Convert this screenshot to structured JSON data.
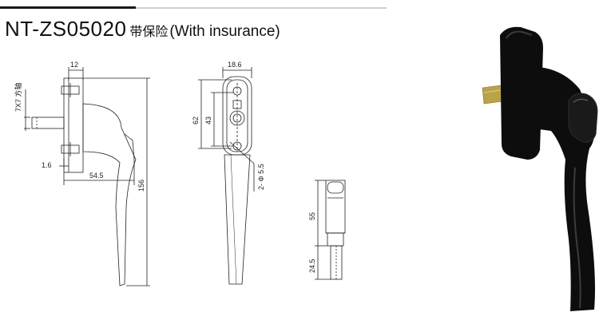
{
  "header": {
    "model_code": "NT-ZS05020",
    "chinese_label": "带保险",
    "english_label": "(With insurance)"
  },
  "side_view_dims": {
    "width_top": "12",
    "shaft": "7X7 方轴",
    "offset": "1.6",
    "reach": "54.5",
    "total_height": "156"
  },
  "front_view_dims": {
    "width": "18.6",
    "hole_span": "62",
    "inner_span": "43",
    "screw": "2- Φ 5.5"
  },
  "spindle_view_dims": {
    "lock_length": "55",
    "spindle_length": "24.5"
  },
  "colors": {
    "line": "#222222",
    "handle_black": "#0d0d0d",
    "spindle_gold": "#b8a24a"
  }
}
